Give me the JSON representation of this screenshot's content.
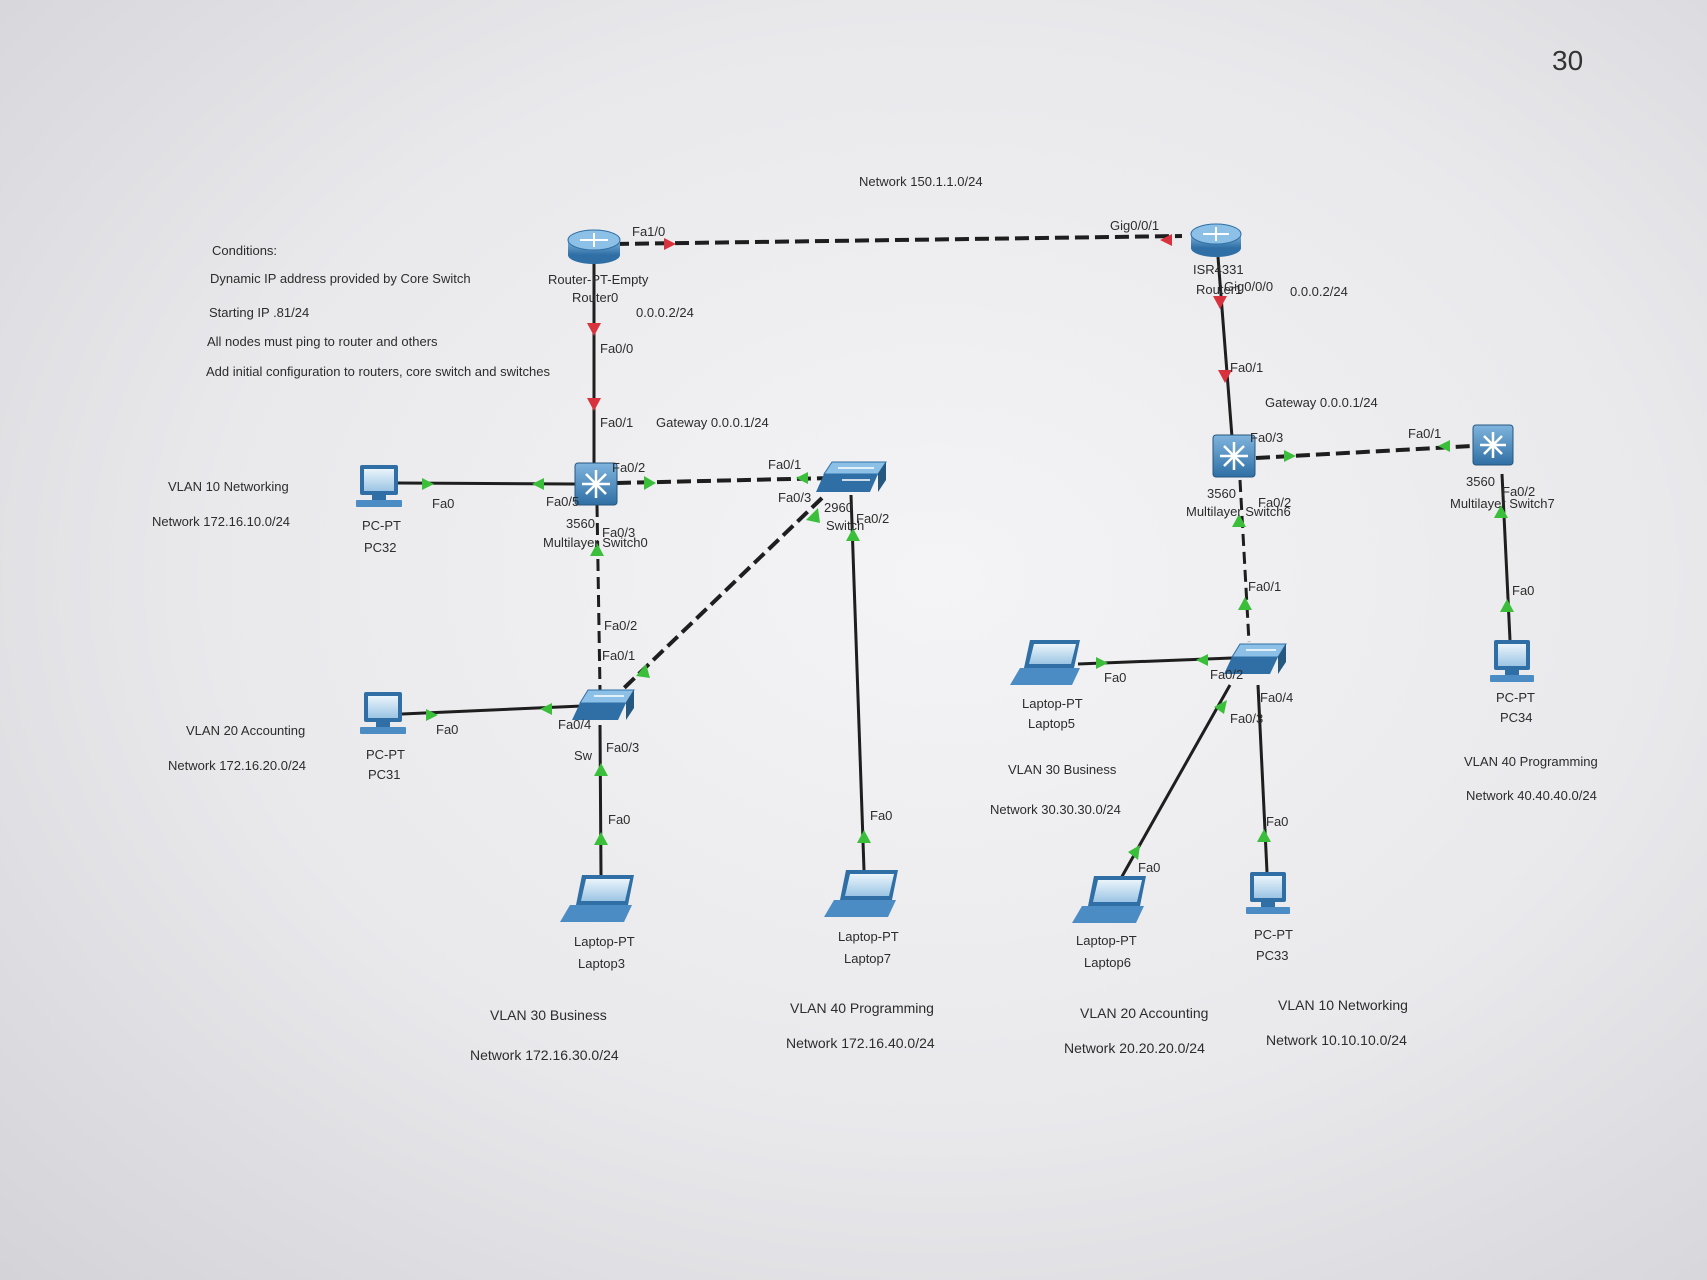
{
  "page_number": "30",
  "network_wan": "Network 150.1.1.0/24",
  "conditions": {
    "title": "Conditions:",
    "items": [
      "Dynamic IP address provided by Core Switch",
      "Starting IP .81/24",
      "All nodes must ping to router and others",
      "Add initial configuration to routers, core switch and switches"
    ]
  },
  "colors": {
    "device": "#3f86c0",
    "link_up": "#3bbf3b",
    "link_down": "#d8323c"
  },
  "devices": {
    "router0": {
      "type": "Router-PT-Empty",
      "name": "Router0"
    },
    "isr": {
      "type": "ISR4331",
      "name": "Router1"
    },
    "ml_left": {
      "type": "3560",
      "name": "Multilayer Switch0"
    },
    "ml_right": {
      "type": "3560",
      "name": "Multilayer Switch6"
    },
    "ml_far": {
      "type": "3560",
      "name": "Multilayer Switch7"
    },
    "sw2960": {
      "type": "2960",
      "name": "Switch"
    },
    "sw_left_low": {
      "type": "Sw",
      "name": ""
    },
    "sw_right_low": {
      "type": "",
      "name": ""
    },
    "pc32": {
      "type": "PC-PT",
      "name": "PC32"
    },
    "pc31": {
      "type": "PC-PT",
      "name": "PC31"
    },
    "laptop3": {
      "type": "Laptop-PT",
      "name": "Laptop3"
    },
    "laptop7": {
      "type": "Laptop-PT",
      "name": "Laptop7"
    },
    "laptop5": {
      "type": "Laptop-PT",
      "name": "Laptop5"
    },
    "laptop6": {
      "type": "Laptop-PT",
      "name": "Laptop6"
    },
    "pc33": {
      "type": "PC-PT",
      "name": "PC33"
    },
    "pc34": {
      "type": "PC-PT",
      "name": "PC34"
    }
  },
  "ports": {
    "r0_fa10": "Fa1/0",
    "r0_fa00": "Fa0/0",
    "r0_ip": "0.0.0.2/24",
    "isr_gig001": "Gig0/0/1",
    "isr_gig000": "Gig0/0/0",
    "isr_ip": "0.0.0.2/24",
    "mll_fa01": "Fa0/1",
    "mll_fa02": "Fa0/2",
    "mll_fa05": "Fa0/5",
    "mll_fa03": "Fa0/3",
    "gateway_left": "Gateway 0.0.0.1/24",
    "sw2960_fa01": "Fa0/1",
    "sw2960_fa03": "Fa0/3",
    "sw2960_fa02": "Fa0/2",
    "pc32_fa0": "Fa0",
    "swl_fa02": "Fa0/2",
    "swl_fa01": "Fa0/1",
    "swl_fa04": "Fa0/4",
    "swl_fa03": "Fa0/3",
    "pc31_fa0": "Fa0",
    "laptop3_fa0": "Fa0",
    "laptop7_fa0": "Fa0",
    "mlr_fa01_up": "Fa0/1",
    "gateway_right": "Gateway 0.0.0.1/24",
    "mlr_fa03": "Fa0/3",
    "mlr_fa02": "Fa0/2",
    "mlf_fa01": "Fa0/1",
    "mlf_fa02": "Fa0/2",
    "pc34_fa0": "Fa0",
    "swr_fa01": "Fa0/1",
    "swr_fa02": "Fa0/2",
    "swr_fa04": "Fa0/4",
    "swr_fa03": "Fa0/3",
    "laptop5_fa0": "Fa0",
    "laptop6_fa0": "Fa0",
    "pc33_fa0": "Fa0"
  },
  "networks": {
    "vlan10_left": {
      "name": "VLAN 10 Networking",
      "net": "Network 172.16.10.0/24"
    },
    "vlan20_left": {
      "name": "VLAN 20 Accounting",
      "net": "Network 172.16.20.0/24"
    },
    "vlan30_left": {
      "name": "VLAN 30 Business",
      "net": "Network 172.16.30.0/24"
    },
    "vlan40_left": {
      "name": "VLAN 40 Programming",
      "net": "Network 172.16.40.0/24"
    },
    "vlan30_right": {
      "name": "VLAN 30 Business",
      "net": "Network 30.30.30.0/24"
    },
    "vlan20_right": {
      "name": "VLAN 20 Accounting",
      "net": "Network 20.20.20.0/24"
    },
    "vlan10_right": {
      "name": "VLAN 10 Networking",
      "net": "Network 10.10.10.0/24"
    },
    "vlan40_right": {
      "name": "VLAN 40 Programming",
      "net": "Network 40.40.40.0/24"
    }
  }
}
